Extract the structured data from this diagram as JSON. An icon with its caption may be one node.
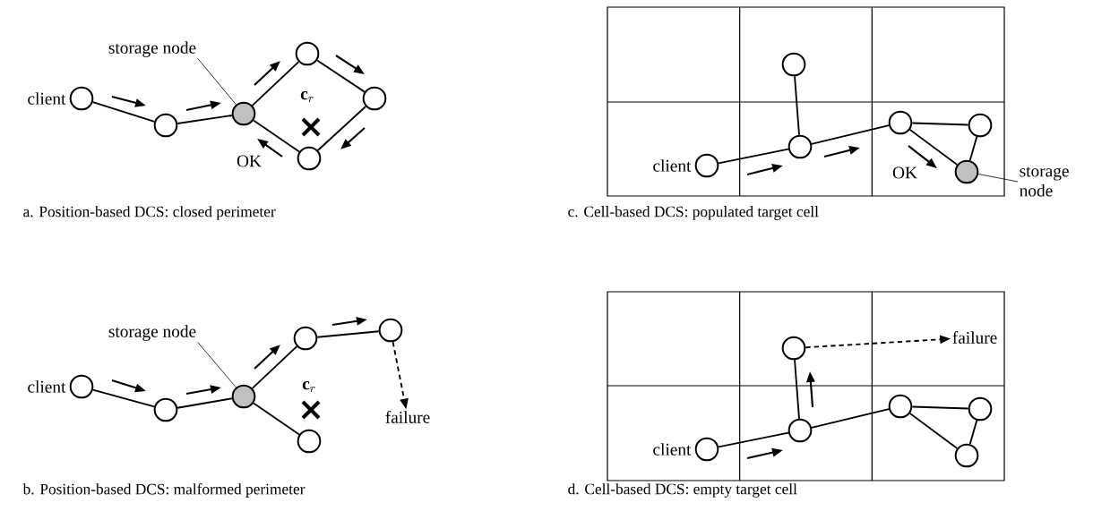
{
  "diagram": {
    "nodes": [
      {
        "text": [
          "storage node"
        ]
      },
      {
        "text": [],
        "shape": "circle",
        "beside": [
          "client"
        ]
      },
      {
        "text": [],
        "shape": "circle"
      },
      {
        "text": [],
        "shape": "circle"
      },
      {
        "text": [],
        "shape": "circle"
      },
      {
        "text": [],
        "shape": "circle"
      },
      {
        "text": [],
        "shape": "circle"
      },
      {
        "text": [
          "storage node"
        ]
      },
      {
        "text": [],
        "shape": "circle",
        "beside": [
          "client"
        ]
      },
      {
        "text": [],
        "shape": "circle"
      },
      {
        "text": [],
        "shape": "circle"
      },
      {
        "text": [],
        "shape": "circle"
      },
      {
        "text": [],
        "shape": "circle"
      },
      {
        "text": [],
        "shape": "circle"
      },
      {
        "text": [
          "failure"
        ]
      },
      {
        "text": [],
        "shape": "circle"
      },
      {
        "text": [],
        "shape": "circle",
        "beside": [
          "client"
        ]
      },
      {
        "text": [],
        "shape": "circle"
      },
      {
        "text": [],
        "shape": "circle"
      },
      {
        "text": [],
        "shape": "circle"
      },
      {
        "text": [],
        "shape": "circle"
      },
      {
        "text": [
          "storage node"
        ]
      },
      {
        "text": [],
        "shape": "circle"
      },
      {
        "text": [
          "failure"
        ]
      },
      {
        "text": [],
        "shape": "circle",
        "beside": [
          "client"
        ]
      },
      {
        "text": [],
        "shape": "circle"
      },
      {
        "text": [],
        "shape": "circle"
      },
      {
        "text": [],
        "shape": "circle"
      },
      {
        "text": [],
        "shape": "circle"
      }
    ],
    "edges": [
      {
        "from": 1,
        "to": 2,
        "arrow": "none"
      },
      {
        "from": 2,
        "to": 3,
        "arrow": "none"
      },
      {
        "from": 3,
        "to": 4,
        "arrow": "none"
      },
      {
        "from": 4,
        "to": 5,
        "arrow": "none"
      },
      {
        "from": 5,
        "to": 6,
        "arrow": "none"
      },
      {
        "from": 6,
        "to": 3,
        "arrow": "none"
      },
      {
        "from": 0,
        "to": 3,
        "arrow": "none"
      },
      {
        "from": 8,
        "to": 9,
        "arrow": "none"
      },
      {
        "from": 9,
        "to": 10,
        "arrow": "none"
      },
      {
        "from": 10,
        "to": 11,
        "arrow": "none"
      },
      {
        "from": 11,
        "to": 12,
        "arrow": "none"
      },
      {
        "from": 10,
        "to": 13,
        "arrow": "none"
      },
      {
        "from": 7,
        "to": 10,
        "arrow": "none"
      },
      {
        "from": 12,
        "to": 14,
        "arrow": "to",
        "style": "dashed"
      },
      {
        "from": 16,
        "to": 17,
        "arrow": "none"
      },
      {
        "from": 17,
        "to": 15,
        "arrow": "none"
      },
      {
        "from": 17,
        "to": 18,
        "arrow": "none"
      },
      {
        "from": 18,
        "to": 19,
        "arrow": "none"
      },
      {
        "from": 18,
        "to": 20,
        "arrow": "none"
      },
      {
        "from": 19,
        "to": 20,
        "arrow": "none"
      },
      {
        "from": 21,
        "to": 20,
        "arrow": "none"
      },
      {
        "from": 24,
        "to": 25,
        "arrow": "none"
      },
      {
        "from": 25,
        "to": 22,
        "arrow": "none"
      },
      {
        "from": 25,
        "to": 26,
        "arrow": "none"
      },
      {
        "from": 26,
        "to": 27,
        "arrow": "none"
      },
      {
        "from": 26,
        "to": 28,
        "arrow": "none"
      },
      {
        "from": 27,
        "to": 28,
        "arrow": "none"
      },
      {
        "from": 22,
        "to": 23,
        "arrow": "to",
        "style": "dashed"
      }
    ],
    "labels": [
      "\\mathbf{c}_r",
      "OK",
      "OK",
      "a.  Position-based DCS: closed perimeter",
      "c.  Cell-based DCS: populated target cell",
      "\\mathbf{c}_r",
      "b.  Position-based DCS: malformed perimeter",
      "d.  Cell-based DCS: empty target cell"
    ]
  }
}
